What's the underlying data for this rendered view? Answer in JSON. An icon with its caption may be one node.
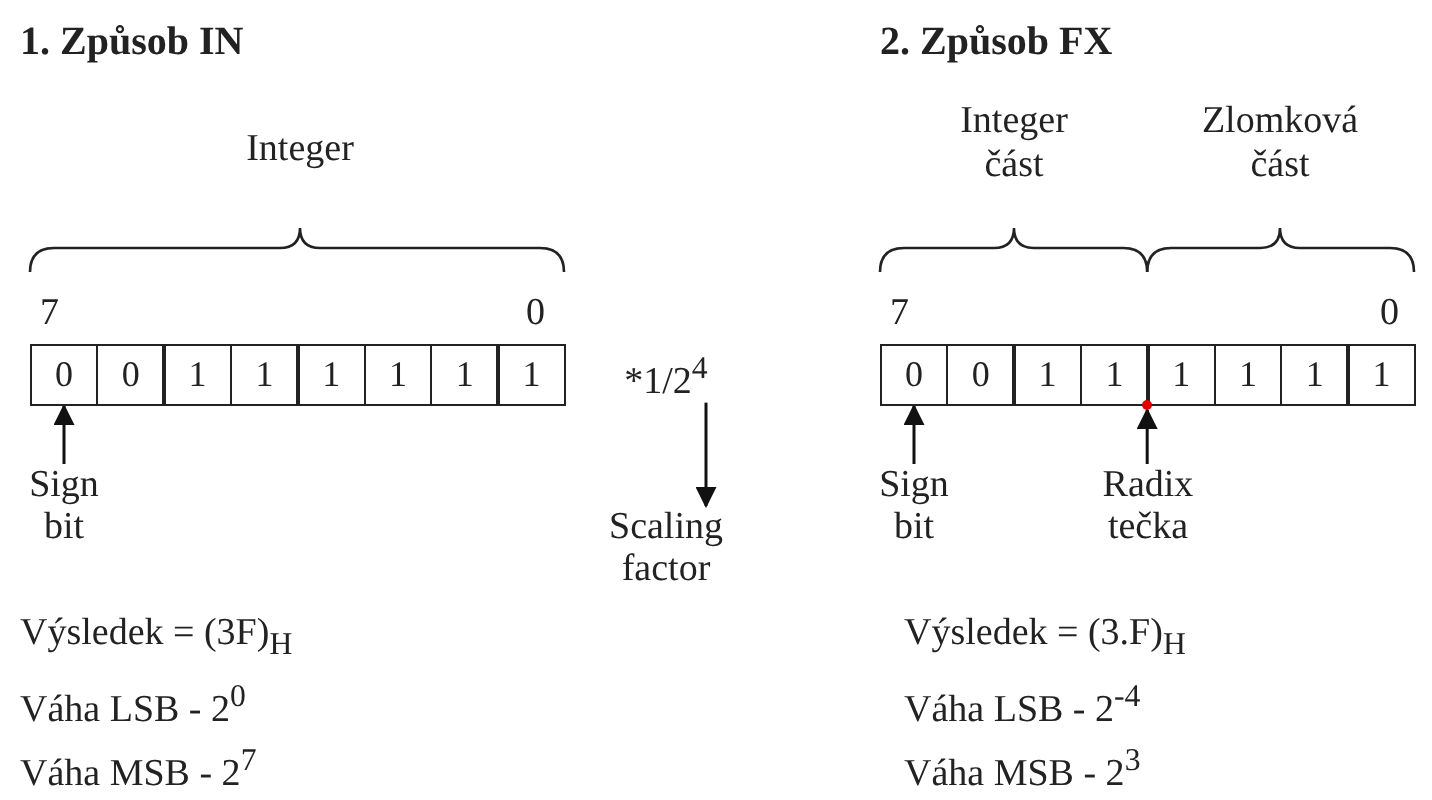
{
  "diagram": {
    "nodes": [
      {
        "text": [
          "0"
        ]
      },
      {
        "text": [
          "0"
        ]
      },
      {
        "text": [
          "1"
        ]
      },
      {
        "text": [
          "1"
        ]
      },
      {
        "text": [
          "1"
        ]
      },
      {
        "text": [
          "1"
        ]
      },
      {
        "text": [
          "1"
        ]
      },
      {
        "text": [
          "1"
        ]
      },
      {
        "text": [
          "*1/2$^{4}$"
        ]
      },
      {
        "text": [
          "Sign bit"
        ]
      },
      {
        "text": [
          "Scaling factor"
        ]
      },
      {
        "text": [
          "0"
        ]
      },
      {
        "text": [
          "0"
        ]
      },
      {
        "text": [
          "1"
        ]
      },
      {
        "text": [
          "1"
        ]
      },
      {
        "text": [
          "1"
        ]
      },
      {
        "text": [
          "1"
        ]
      },
      {
        "text": [
          "1"
        ]
      },
      {
        "text": [
          "1"
        ]
      },
      {
        "text": [],
        "shape": "circle"
      },
      {
        "text": [
          "Sign bit"
        ]
      },
      {
        "text": [
          "Radix tečka"
        ]
      }
    ],
    "edges": [
      {
        "from": 9,
        "to": 0,
        "arrow": "to"
      },
      {
        "from": 8,
        "to": 10,
        "arrow": "to"
      },
      {
        "from": 20,
        "to": 11,
        "arrow": "to"
      },
      {
        "from": 21,
        "to": 19,
        "arrow": "to"
      }
    ],
    "labels": [
      "1. Způsob IN",
      "2. Způsob FX",
      "Integer",
      "Integer část",
      "Zlomková část",
      "7",
      "0",
      "7",
      "0",
      "Výsledek = (3F)$_{H}$",
      "Výsledek = (3.F)$_{H}$",
      "Váha LSB - 2$^{0}$",
      "Váha LSB - 2$^{-4}$",
      "Váha MSB - 2$^{7}$",
      "Váha MSB - 2$^{3}$"
    ]
  }
}
